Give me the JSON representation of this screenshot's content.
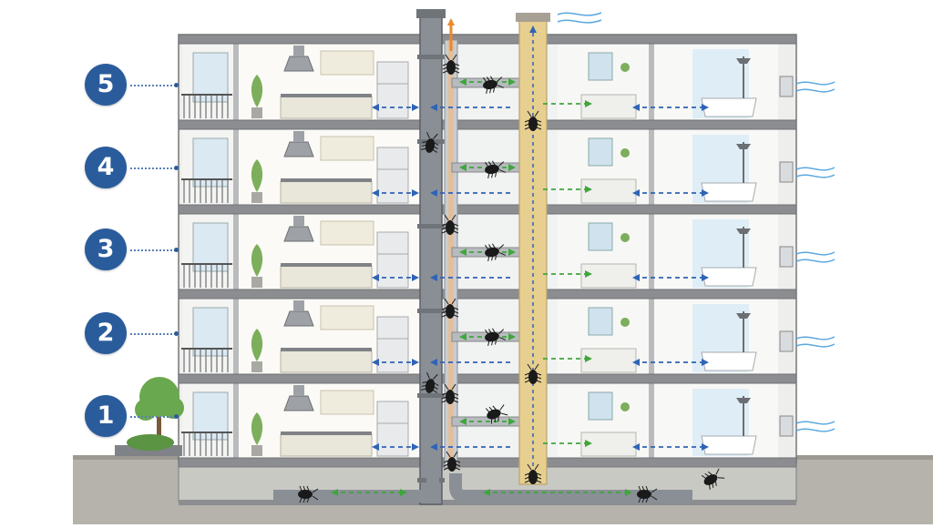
{
  "floors": [
    {
      "label": "5"
    },
    {
      "label": "4"
    },
    {
      "label": "3"
    },
    {
      "label": "2"
    },
    {
      "label": "1"
    }
  ],
  "colors": {
    "badge": "#2a5c9c",
    "air_flow_arrow": "#2f63b5",
    "pest_path_arrow": "#3fa63c",
    "exhaust_arrow": "#e88a2e",
    "fresh_air_arrow": "#5aa7e0",
    "pest": "#1a1a1a",
    "slab": "#8b8d90",
    "soil_stack": "#8a8f96",
    "duct": "#e6cf8f"
  },
  "icons": [
    "cockroach-icon",
    "range-hood-icon",
    "shower-icon",
    "wind-gust-icon",
    "tree-icon",
    "potted-plant-icon"
  ]
}
